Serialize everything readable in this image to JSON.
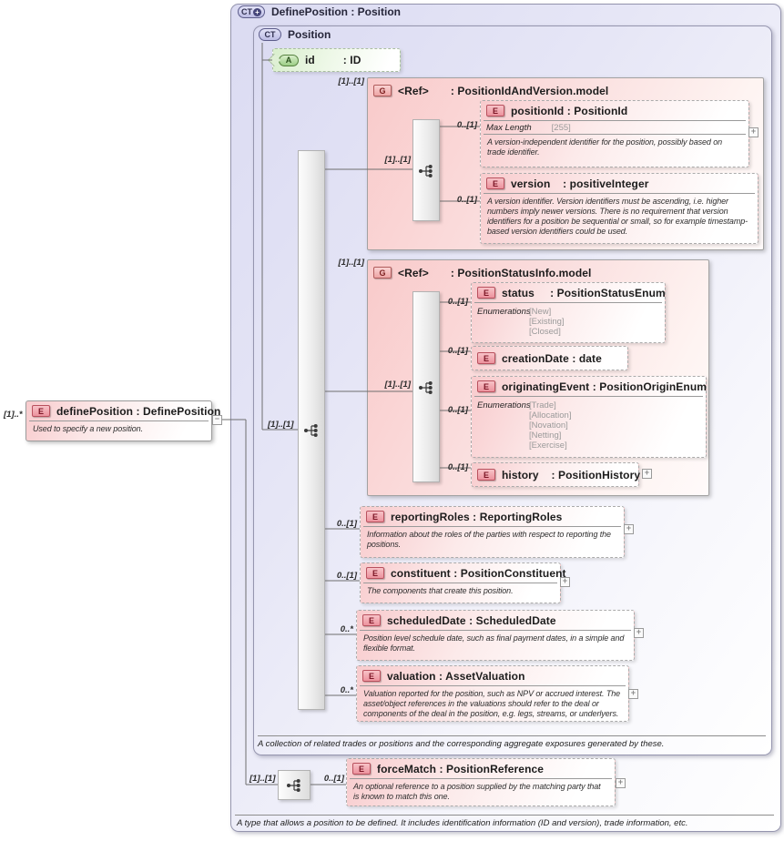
{
  "outer": {
    "badge": "CT",
    "badge_plus": "+",
    "title": "DefinePosition : Position",
    "note": "A type that allows a position to be defined. It includes identification information (ID and version), trade information, etc."
  },
  "position_box": {
    "badge": "CT",
    "title": "Position",
    "note": "A collection of related trades or positions and the corresponding aggregate exposures generated by these."
  },
  "define_position": {
    "card": "[1]..*",
    "badge": "E",
    "title": "definePosition : DefinePosition",
    "desc": "Used to specify a new position.",
    "collapse": "−"
  },
  "content_card": "[1]..[1]",
  "id_attribute": {
    "badge": "A",
    "title": "id         : ID"
  },
  "group_id_version": {
    "card_outer": "[1]..[1]",
    "badge": "G",
    "title": "<Ref>       : PositionIdAndVersion.model",
    "card_inner": "[1]..[1]"
  },
  "position_id": {
    "card": "0..[1]",
    "badge": "E",
    "title": "positionId : PositionId",
    "facet_label": "Max Length",
    "facet_value": "[255]",
    "desc": "A version-independent identifier for the position, possibly based on trade identifier.",
    "expand": "+"
  },
  "version": {
    "card": "0..[1]",
    "badge": "E",
    "title": "version    : positiveInteger",
    "desc": "A version identifier. Version identifiers must be ascending, i.e. higher numbers imply newer versions. There is no requirement that version identifiers for a position be sequential or small, so for example timestamp-based version identifiers could be used."
  },
  "group_status": {
    "card_outer": "[1]..[1]",
    "badge": "G",
    "title": "<Ref>       : PositionStatusInfo.model",
    "card_inner": "[1]..[1]"
  },
  "status": {
    "card": "0..[1]",
    "badge": "E",
    "title": "status     : PositionStatusEnum",
    "enum_label": "Enumerations",
    "enums": [
      "[New]",
      "[Existing]",
      "[Closed]"
    ]
  },
  "creation_date": {
    "card": "0..[1]",
    "badge": "E",
    "title": "creationDate : date"
  },
  "originating_event": {
    "card": "0..[1]",
    "badge": "E",
    "title": "originatingEvent : PositionOriginEnum",
    "enum_label": "Enumerations",
    "enums": [
      "[Trade]",
      "[Allocation]",
      "[Novation]",
      "[Netting]",
      "[Exercise]"
    ]
  },
  "history": {
    "card": "0..[1]",
    "badge": "E",
    "title": "history    : PositionHistory",
    "expand": "+"
  },
  "reporting_roles": {
    "card": "0..[1]",
    "badge": "E",
    "title": "reportingRoles : ReportingRoles",
    "desc": "Information about the roles of the parties with respect to reporting the positions.",
    "expand": "+"
  },
  "constituent": {
    "card": "0..[1]",
    "badge": "E",
    "title": "constituent : PositionConstituent",
    "desc": "The components that create this position.",
    "expand": "+"
  },
  "scheduled_date": {
    "card": "0..*",
    "badge": "E",
    "title": "scheduledDate : ScheduledDate",
    "desc": "Position level schedule date, such as final payment dates, in a simple and flexible format.",
    "expand": "+"
  },
  "valuation": {
    "card": "0..*",
    "badge": "E",
    "title": "valuation : AssetValuation",
    "desc": "Valuation reported for the position, such as NPV or accrued interest. The asset/object references in the valuations should refer to the deal or components of the deal in the position, e.g. legs, streams, or underlyers.",
    "expand": "+"
  },
  "force_match_seq": {
    "card": "[1]..[1]"
  },
  "force_match": {
    "card": "0..[1]",
    "badge": "E",
    "title": "forceMatch : PositionReference",
    "desc": "An optional reference to a position supplied by the matching party that is known to match this one.",
    "expand": "+"
  }
}
